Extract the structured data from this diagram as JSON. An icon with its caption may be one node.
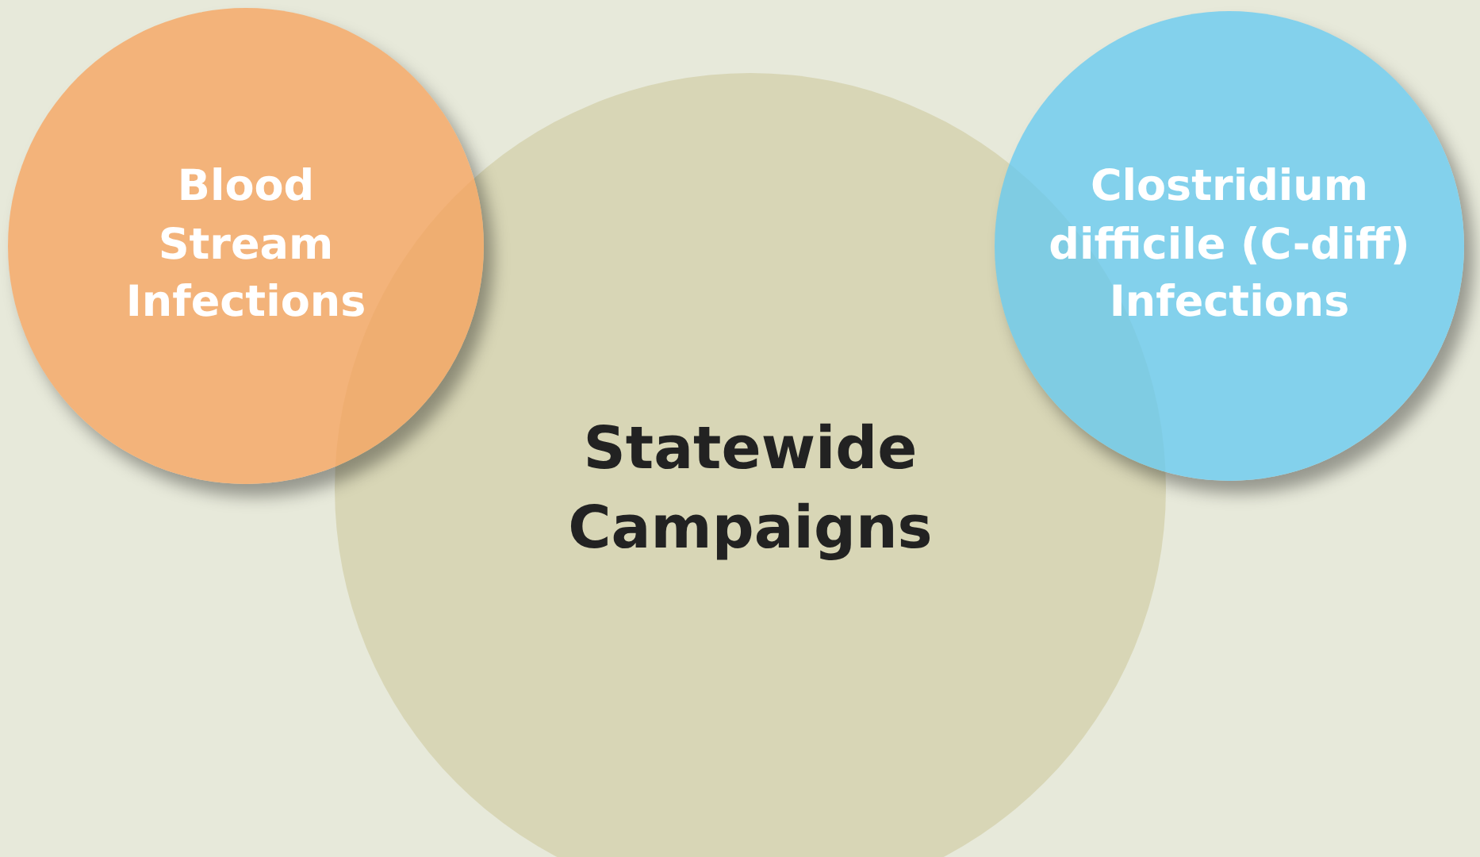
{
  "diagram": {
    "nodes": [
      {
        "text": [
          "Blood Stream Infections"
        ]
      },
      {
        "text": [
          "Statewide Campaigns"
        ]
      },
      {
        "text": [
          "Clostridium difficile (C-diff) Infections"
        ]
      }
    ]
  }
}
